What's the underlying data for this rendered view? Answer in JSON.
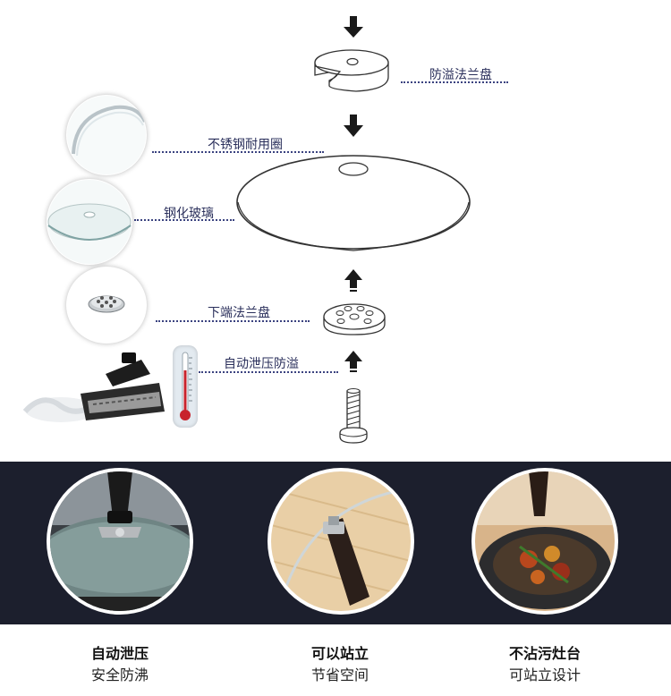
{
  "parts": {
    "overflow_flange": "防溢法兰盘",
    "steel_ring": "不锈钢耐用圈",
    "tempered_glass": "钢化玻璃",
    "lower_flange": "下端法兰盘",
    "auto_vent": "自动泄压防溢"
  },
  "features": [
    {
      "title": "自动泄压",
      "subtitle": "安全防沸"
    },
    {
      "title": "可以站立",
      "subtitle": "节省空间"
    },
    {
      "title": "不沾污灶台",
      "subtitle": "可站立设计"
    }
  ],
  "colors": {
    "band": "#1c1f2d",
    "label_text": "#2a2f5b",
    "thermometer_red": "#c8232c"
  },
  "icons": [
    "arrow-down-icon",
    "arrow-up-icon",
    "thermometer-icon"
  ]
}
